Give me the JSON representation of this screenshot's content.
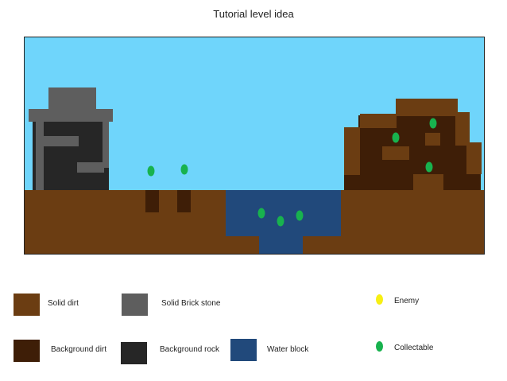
{
  "title": "Tutorial level idea",
  "colors": {
    "sky": "#6fd5fb",
    "solid_dirt": "#6b3d12",
    "background_dirt": "#3e1e07",
    "solid_brick_stone": "#5e5e5e",
    "background_rock": "#262626",
    "water_block": "#21497b",
    "enemy": "#f7ef14",
    "collectable": "#18b24e"
  },
  "legend": {
    "solid_dirt": "Solid dirt",
    "solid_brick_stone": "Solid Brick stone",
    "enemy": "Enemy",
    "background_dirt": "Background dirt",
    "background_rock": "Background rock",
    "water_block": "Water block",
    "collectable": "Collectable"
  }
}
